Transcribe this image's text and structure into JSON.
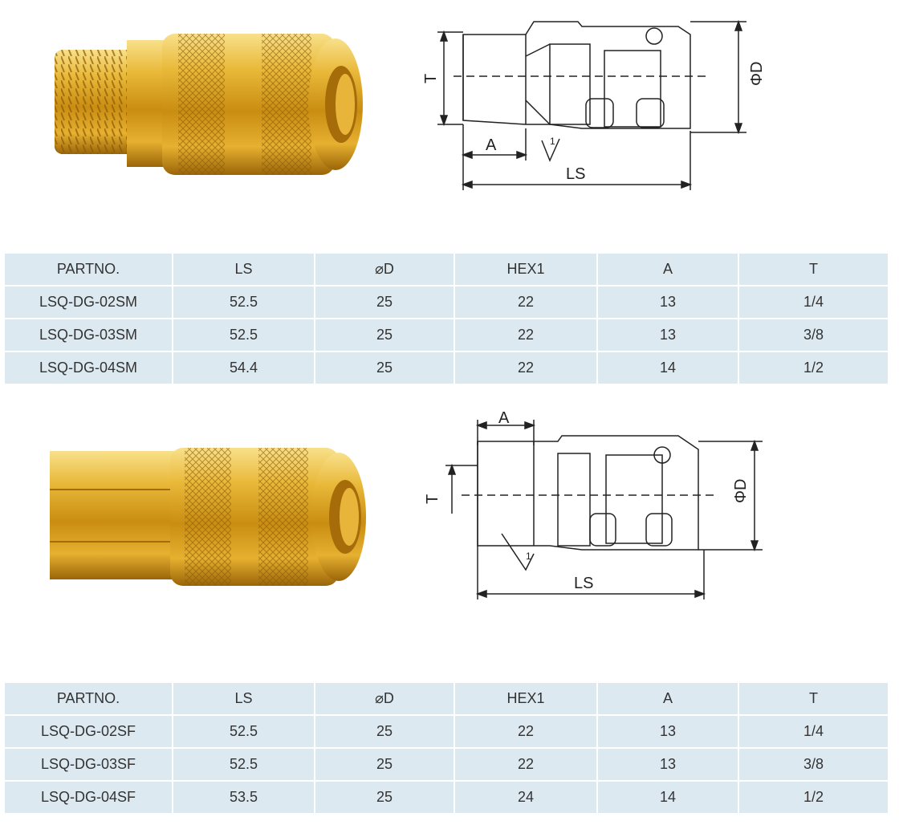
{
  "product_a": {
    "drawing_labels": {
      "t": "T",
      "a": "A",
      "ls": "LS",
      "d": "ΦD",
      "angle": "1"
    },
    "table": {
      "headers": [
        "PARTNO.",
        "LS",
        "⌀D",
        "HEX1",
        "A",
        "T"
      ],
      "rows": [
        [
          "LSQ-DG-02SM",
          "52.5",
          "25",
          "22",
          "13",
          "1/4"
        ],
        [
          "LSQ-DG-03SM",
          "52.5",
          "25",
          "22",
          "13",
          "3/8"
        ],
        [
          "LSQ-DG-04SM",
          "54.4",
          "25",
          "22",
          "14",
          "1/2"
        ]
      ]
    }
  },
  "product_b": {
    "drawing_labels": {
      "t": "T",
      "a": "A",
      "ls": "LS",
      "d": "ΦD",
      "angle": "1"
    },
    "table": {
      "headers": [
        "PARTNO.",
        "LS",
        "⌀D",
        "HEX1",
        "A",
        "T"
      ],
      "rows": [
        [
          "LSQ-DG-02SF",
          "52.5",
          "25",
          "22",
          "13",
          "1/4"
        ],
        [
          "LSQ-DG-03SF",
          "52.5",
          "25",
          "22",
          "13",
          "3/8"
        ],
        [
          "LSQ-DG-04SF",
          "53.5",
          "25",
          "24",
          "14",
          "1/2"
        ]
      ]
    }
  },
  "colors": {
    "table_cell": "#dde9f0",
    "brass": "#d9a520",
    "brass_dark": "#8a5a08",
    "line": "#222222"
  }
}
